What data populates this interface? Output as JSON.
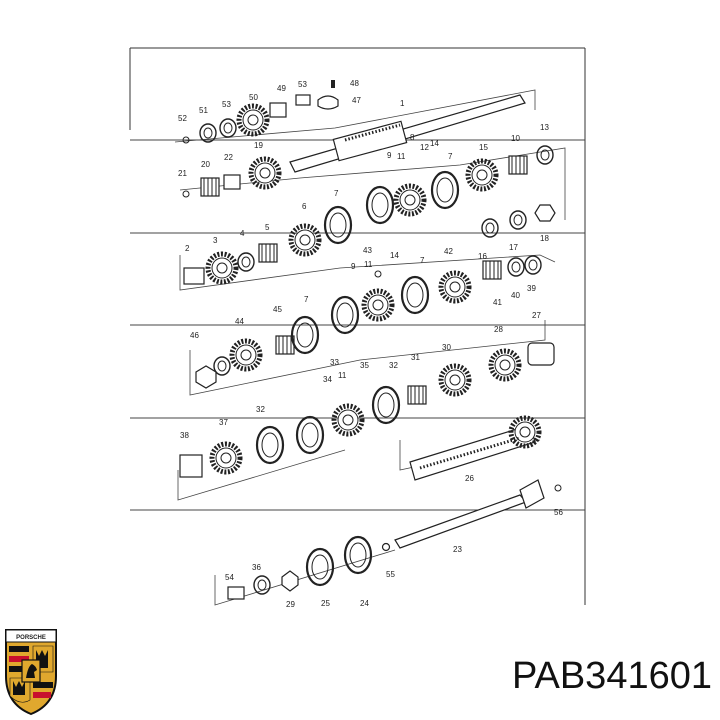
{
  "part_number": "PAB341601",
  "brand_logo": "porsche-crest-logo",
  "logo_text": "PORSCHE",
  "colors": {
    "ink": "#222222",
    "logo_red": "#c8102e",
    "logo_gold": "#e0a82e",
    "logo_black": "#111111"
  },
  "labels": [
    {
      "text": "1"
    },
    {
      "text": "2"
    },
    {
      "text": "3"
    },
    {
      "text": "4"
    },
    {
      "text": "5"
    },
    {
      "text": "6"
    },
    {
      "text": "7"
    },
    {
      "text": "7"
    },
    {
      "text": "7"
    },
    {
      "text": "7"
    },
    {
      "text": "8"
    },
    {
      "text": "9"
    },
    {
      "text": "9"
    },
    {
      "text": "10"
    },
    {
      "text": "11"
    },
    {
      "text": "11"
    },
    {
      "text": "11"
    },
    {
      "text": "12"
    },
    {
      "text": "13"
    },
    {
      "text": "14"
    },
    {
      "text": "14"
    },
    {
      "text": "15"
    },
    {
      "text": "16"
    },
    {
      "text": "17"
    },
    {
      "text": "18"
    },
    {
      "text": "19"
    },
    {
      "text": "20"
    },
    {
      "text": "21"
    },
    {
      "text": "22"
    },
    {
      "text": "23"
    },
    {
      "text": "24"
    },
    {
      "text": "25"
    },
    {
      "text": "26"
    },
    {
      "text": "27"
    },
    {
      "text": "28"
    },
    {
      "text": "29"
    },
    {
      "text": "30"
    },
    {
      "text": "31"
    },
    {
      "text": "32"
    },
    {
      "text": "32"
    },
    {
      "text": "33"
    },
    {
      "text": "34"
    },
    {
      "text": "35"
    },
    {
      "text": "36"
    },
    {
      "text": "37"
    },
    {
      "text": "38"
    },
    {
      "text": "39"
    },
    {
      "text": "40"
    },
    {
      "text": "41"
    },
    {
      "text": "42"
    },
    {
      "text": "43"
    },
    {
      "text": "44"
    },
    {
      "text": "45"
    },
    {
      "text": "46"
    },
    {
      "text": "47"
    },
    {
      "text": "48"
    },
    {
      "text": "49"
    },
    {
      "text": "50"
    },
    {
      "text": "51"
    },
    {
      "text": "52"
    },
    {
      "text": "53"
    },
    {
      "text": "53"
    },
    {
      "text": "54"
    },
    {
      "text": "55"
    },
    {
      "text": "56"
    }
  ]
}
